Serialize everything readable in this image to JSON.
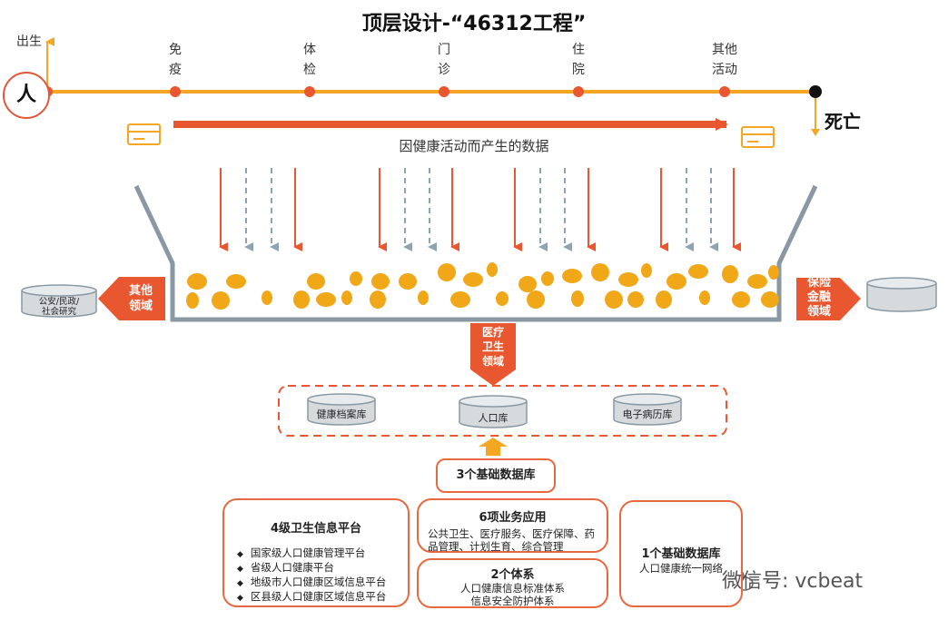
{
  "title": "顶层设计-“46312工程”",
  "lifeline": {
    "person": "人",
    "birth": "出生",
    "death": "死亡",
    "stages": [
      "免\n疫",
      "体\n检",
      "门\n诊",
      "住\n院",
      "其他\n活动"
    ]
  },
  "data_flow_label": "因健康活动而产生的数据",
  "outputs": {
    "left_domain": "其他\n领域",
    "left_db": "公安/民政/\n社会研究",
    "right_domain": "保险\n金融\n领域",
    "bottom_domain": "医疗\n卫生\n领域"
  },
  "databases": [
    "健康档案库",
    "人口库",
    "电子病历库"
  ],
  "base_db_box": "3个基础数据库",
  "platform": {
    "title": "4级卫生信息平台",
    "items": [
      "国家级人口健康管理平台",
      "省级人口健康平台",
      "地级市人口健康区域信息平台",
      "区县级人口健康区域信息平台"
    ]
  },
  "apps": {
    "title": "6项业务应用",
    "text": "公共卫生、医疗服务、医疗保障、药品管理、计划生育、综合管理"
  },
  "systems": {
    "title": "2个体系",
    "lines": [
      "人口健康信息标准体系",
      "信息安全防护体系"
    ]
  },
  "network": {
    "title": "1个基础数据库",
    "text": "人口健康统一网络"
  },
  "watermark": "微信号: vcbeat",
  "colors": {
    "accent": "#e8572f",
    "timeline": "#f5a623",
    "dot": "#f0a818",
    "gray": "#8a9aa6"
  }
}
